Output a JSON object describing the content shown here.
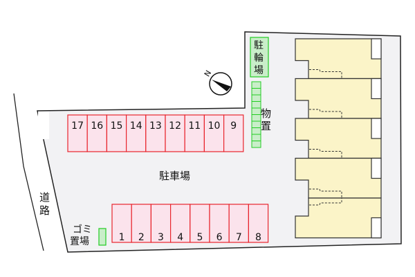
{
  "labels": {
    "parking": "駐車場",
    "bicycle_parking": [
      "駐",
      "輪",
      "場"
    ],
    "storage": [
      "物",
      "置"
    ],
    "road": [
      "道",
      "路"
    ],
    "garbage": [
      "ゴミ",
      "置場"
    ],
    "compass": "N"
  },
  "parking_top_row": [
    "17",
    "16",
    "15",
    "14",
    "13",
    "12",
    "11",
    "10",
    "9"
  ],
  "parking_bottom_row": [
    "1",
    "2",
    "3",
    "4",
    "5",
    "6",
    "7",
    "8"
  ],
  "building_units": 5,
  "colors": {
    "lot_fill": "#f2f2f4",
    "parking_fill": "#fbe3ec",
    "parking_stroke": "#e8242c",
    "green_fill": "#c9eec9",
    "green_stroke": "#22cc22",
    "building_fill": "#fbf4c8"
  }
}
